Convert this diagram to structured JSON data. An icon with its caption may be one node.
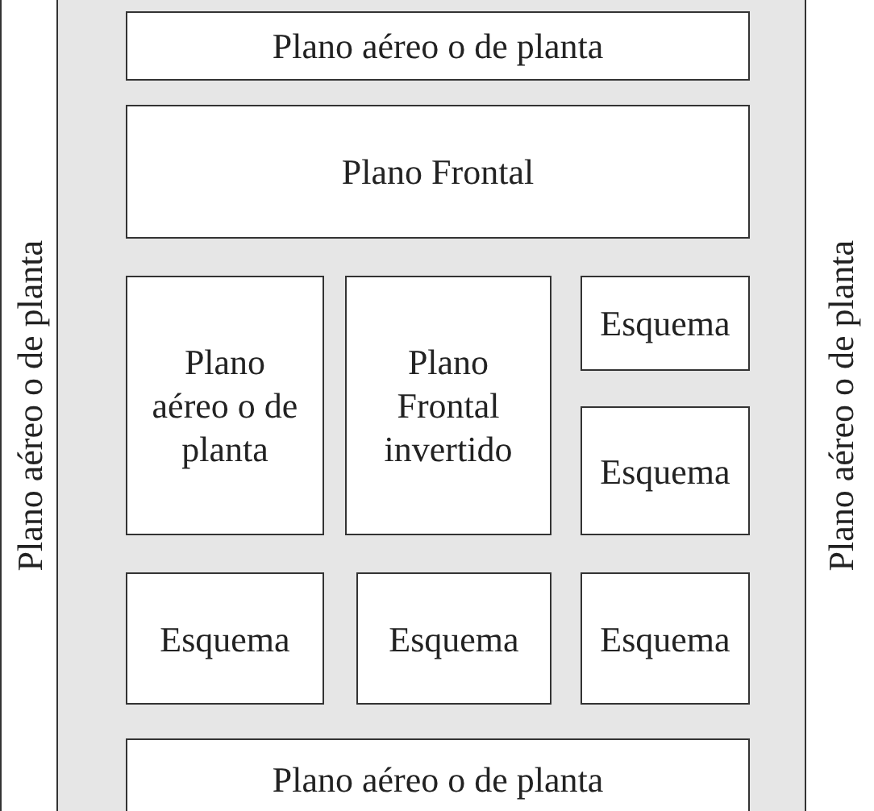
{
  "diagram": {
    "nodes": [
      {
        "text": [
          "Plano aéreo o de planta"
        ]
      },
      {
        "text": [
          "Plano aéreo o de planta"
        ]
      },
      {
        "text": [
          "Plano Frontal"
        ]
      },
      {
        "text": [
          "Plano aéreo o de planta"
        ]
      },
      {
        "text": [
          "Plano Frontal invertido"
        ]
      },
      {
        "text": [
          "Esquema"
        ]
      },
      {
        "text": [
          "Esquema"
        ]
      },
      {
        "text": [
          "Esquema"
        ]
      },
      {
        "text": [
          "Esquema"
        ]
      },
      {
        "text": [
          "Esquema"
        ]
      },
      {
        "text": [
          "Plano aéreo o de planta"
        ]
      },
      {
        "text": [
          "Plano aéreo o de planta"
        ]
      }
    ]
  }
}
